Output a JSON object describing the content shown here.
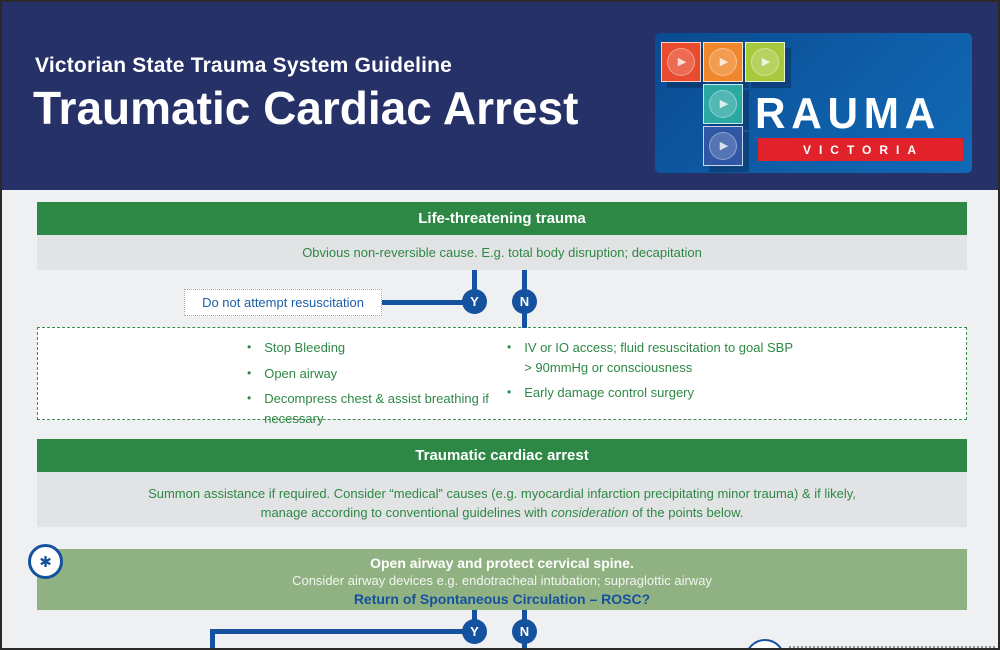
{
  "header": {
    "eyebrow": "Victorian State Trauma System Guideline",
    "title": "Traumatic Cardiac Arrest",
    "logo": {
      "brand_rest": "RAUMA",
      "brand_sub": "VICTORIA",
      "play_glyph": "▶",
      "tile_colors": [
        "#e94b2e",
        "#f0872c",
        "#a9c93d",
        "#2ba8a2",
        "#3056a6"
      ]
    }
  },
  "sections": {
    "s1": {
      "title": "Life-threatening trauma",
      "subtitle": "Obvious non-reversible cause. E.g. total body disruption; decapitation",
      "dnr_label": "Do not attempt resuscitation",
      "yes": "Y",
      "no": "N",
      "treatments_left": [
        "Stop Bleeding",
        "Open airway",
        "Decompress chest & assist breathing if necessary"
      ],
      "treatments_right": [
        "IV or IO access; fluid resuscitation to goal SBP > 90mmHg or consciousness",
        "Early damage control surgery"
      ]
    },
    "s2": {
      "title": "Traumatic cardiac arrest",
      "note_1": "Summon assistance if required. Consider “medical” causes (e.g. myocardial infarction precipitating minor trauma) & if likely, manage according to conventional guidelines with ",
      "note_italic": "consideration",
      "note_2": " of the points below.",
      "asterisk": "✱",
      "airway_1": "Open airway and protect cervical spine.",
      "airway_2": "Consider airway devices e.g. endotracheal intubation; supraglottic airway",
      "rosc": "Return of Spontaneous Circulation – ROSC?",
      "yes": "Y",
      "no": "N"
    }
  },
  "colors": {
    "header_navy": "#263168",
    "logo_panel_blue": "#0f5fa9",
    "logo_red": "#e2222b",
    "section_green": "#2e8845",
    "band_gray": "#e2e3e5",
    "sage_green": "#90b283",
    "flow_blue": "#14519e",
    "page_bg": "#eff0f2"
  }
}
